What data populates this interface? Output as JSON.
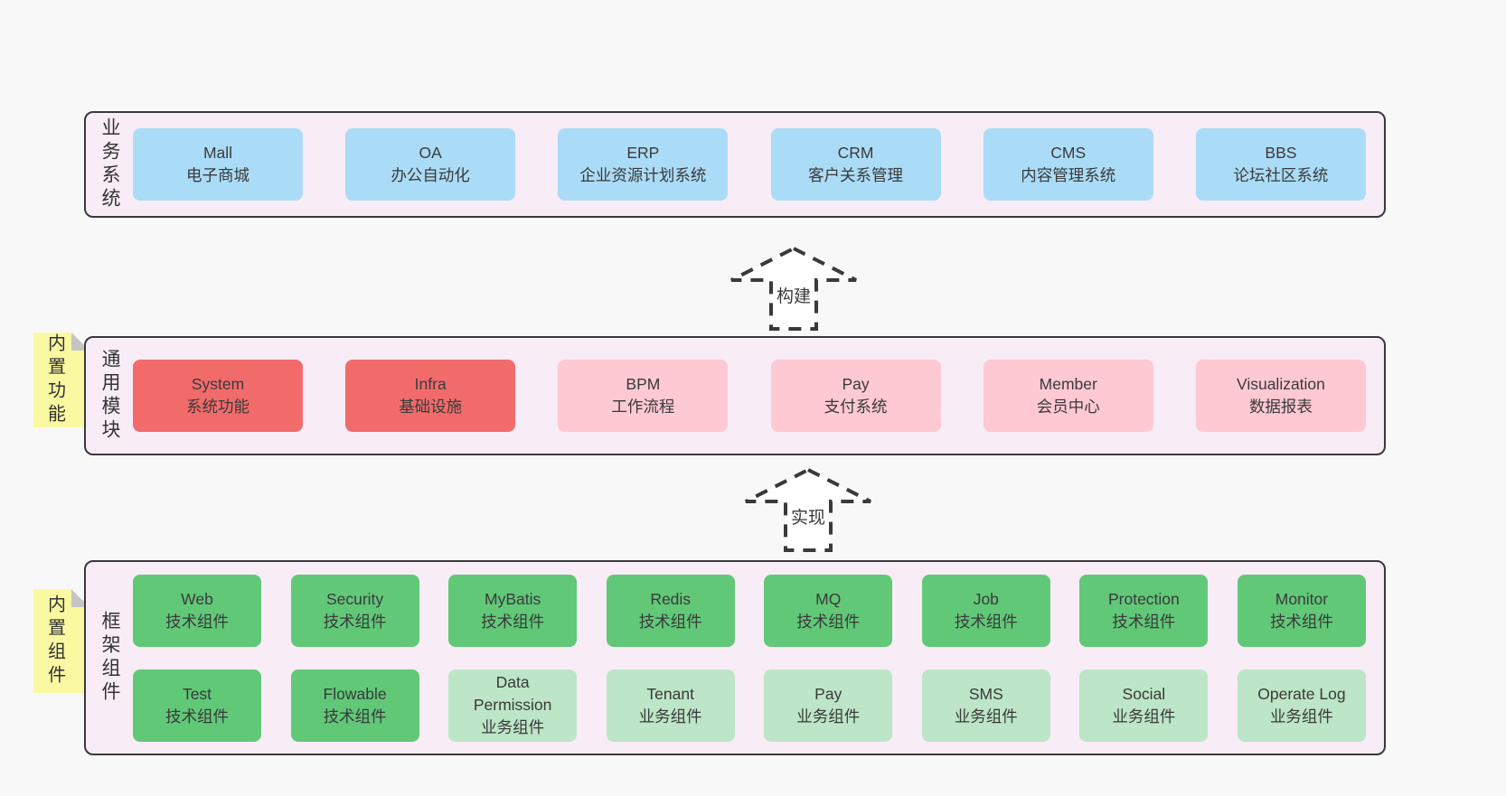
{
  "palette": {
    "page_bg": "#f8f8f8",
    "panel_bg": "#f8ecf6",
    "panel_border": "#3a3a3a",
    "blue_box": "#abdcf7",
    "red_box": "#f26b6b",
    "pink_box": "#fec9d2",
    "green_box": "#61c878",
    "green_light_box": "#bde5c7",
    "sticky_note": "#fbf8a2",
    "note_fold": "#c5c5c5",
    "text": "#3a3a3a"
  },
  "arrows": {
    "build": "构建",
    "implement": "实现"
  },
  "layers": {
    "business": {
      "side_label": "业务系统",
      "boxes": [
        {
          "name": "Mall",
          "desc": "电子商城"
        },
        {
          "name": "OA",
          "desc": "办公自动化"
        },
        {
          "name": "ERP",
          "desc": "企业资源计划系统"
        },
        {
          "name": "CRM",
          "desc": "客户关系管理"
        },
        {
          "name": "CMS",
          "desc": "内容管理系统"
        },
        {
          "name": "BBS",
          "desc": "论坛社区系统"
        }
      ]
    },
    "modules": {
      "side_label": "通用模块",
      "note_label": "内置功能",
      "boxes": [
        {
          "name": "System",
          "desc": "系统功能"
        },
        {
          "name": "Infra",
          "desc": "基础设施"
        },
        {
          "name": "BPM",
          "desc": "工作流程"
        },
        {
          "name": "Pay",
          "desc": "支付系统"
        },
        {
          "name": "Member",
          "desc": "会员中心"
        },
        {
          "name": "Visualization",
          "desc": "数据报表"
        }
      ]
    },
    "components": {
      "side_label": "框架组件",
      "note_label": "内置组件",
      "row1": [
        {
          "name": "Web",
          "desc": "技术组件"
        },
        {
          "name": "Security",
          "desc": "技术组件"
        },
        {
          "name": "MyBatis",
          "desc": "技术组件"
        },
        {
          "name": "Redis",
          "desc": "技术组件"
        },
        {
          "name": "MQ",
          "desc": "技术组件"
        },
        {
          "name": "Job",
          "desc": "技术组件"
        },
        {
          "name": "Protection",
          "desc": "技术组件"
        },
        {
          "name": "Monitor",
          "desc": "技术组件"
        }
      ],
      "row2": [
        {
          "name": "Test",
          "desc": "技术组件"
        },
        {
          "name": "Flowable",
          "desc": "技术组件"
        },
        {
          "name": "Data Permission",
          "desc": "业务组件"
        },
        {
          "name": "Tenant",
          "desc": "业务组件"
        },
        {
          "name": "Pay",
          "desc": "业务组件"
        },
        {
          "name": "SMS",
          "desc": "业务组件"
        },
        {
          "name": "Social",
          "desc": "业务组件"
        },
        {
          "name": "Operate Log",
          "desc": "业务组件"
        }
      ]
    }
  }
}
